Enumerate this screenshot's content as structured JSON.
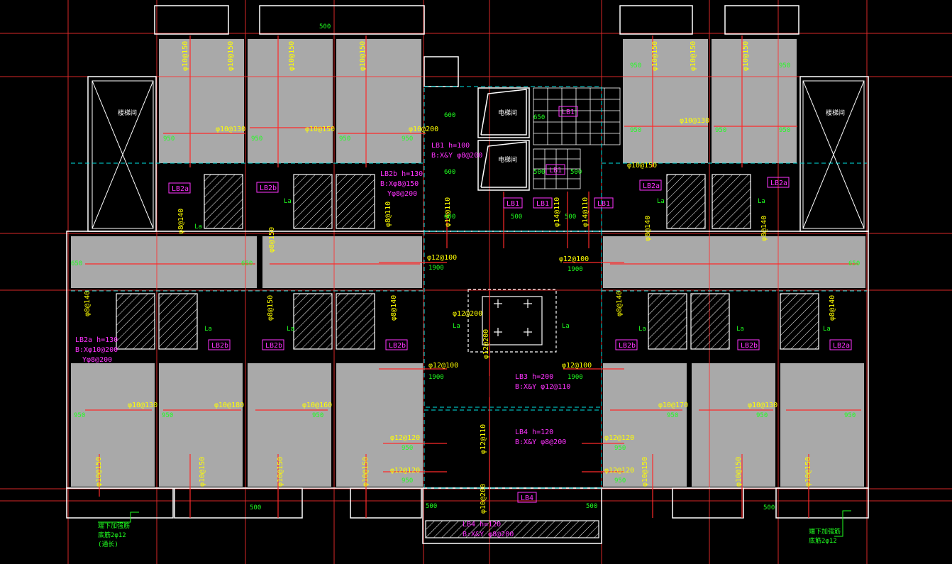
{
  "colors": {
    "background": "#000000",
    "slab": "#a9a9a9",
    "wall": "#ffffff",
    "axis": "#ff3030",
    "rebar": "#ff2a2a",
    "green_text": "#20ff20",
    "yellow_text": "#ffff00",
    "magenta_text": "#ff33ff",
    "cyan_line": "#00e5e5"
  },
  "rooms": {
    "stair_left": "楼梯间",
    "stair_right": "楼梯间",
    "elevator_top": "电梯间",
    "elevator_bottom": "电梯间"
  },
  "slab_tags": {
    "lb2a_left": "LB2a",
    "lb2b_upper_left": "LB2b",
    "lb2a_upper_right": "LB2a",
    "lb2a_far_right": "LB2a",
    "lb1_a": "LB1",
    "lb1_b": "LB1",
    "lb1_c": "LB1",
    "lb1_d": "LB1",
    "lb1_e": "LB1",
    "lb2b_lower_1": "LB2b",
    "lb2b_lower_2": "LB2b",
    "lb2b_lower_3": "LB2b",
    "lb2b_lower_4": "LB2b",
    "lb2b_lower_5": "LB2b",
    "lb2a_lower_right": "LB2a",
    "lb4": "LB4"
  },
  "notes": {
    "lb1_line1": "LB1 h=100",
    "lb1_line2": "B:X&Y φ8@200",
    "lb2b_line1": "LB2b h=130",
    "lb2b_line2": "B:Xφ8@150",
    "lb2b_line3": "Yφ8@200",
    "lb2a_line1": "LB2a h=130",
    "lb2a_line2": "B:Xφ10@200",
    "lb2a_line3": "Yφ8@200",
    "lb3_line1": "LB3 h=200",
    "lb3_line2": "B:X&Y φ12@110",
    "lb4_line1": "LB4 h=120",
    "lb4_line2": "B:X&Y φ8@200",
    "bottom_line1": "LB4 h=120",
    "bottom_line2": "B:X&Y φ8@200",
    "left_note1": "端下加强筋",
    "left_note2": "底筋2φ12",
    "left_note3": "(通长)",
    "right_note1": "端下加强筋",
    "right_note2": "底筋2φ12"
  },
  "rebar": {
    "a": "φ10@150",
    "b": "φ10@150",
    "c": "φ10@150",
    "d": "φ10@150",
    "e": "φ10@130",
    "f": "φ10@150",
    "g": "φ10@200",
    "h": "φ10@130",
    "i": "φ10@150",
    "j": "φ8@140",
    "k": "φ8@150",
    "l": "φ8@110",
    "m": "φ14@110",
    "n": "φ14@110",
    "o": "φ14@110",
    "p": "φ8@140",
    "q": "φ8@140",
    "r": "φ12@100",
    "s": "φ12@100",
    "t": "φ8@140",
    "u": "φ8@150",
    "v": "φ8@140",
    "w": "φ12@200",
    "x": "φ8@140",
    "y": "φ8@140",
    "z": "φ12@100",
    "aa": "φ12@100",
    "ab": "φ10@130",
    "ac": "φ10@180",
    "ad": "φ10@160",
    "ae": "φ12@120",
    "af": "φ12@120",
    "ag": "φ12@120",
    "ah": "φ12@120",
    "ai": "φ10@170",
    "aj": "φ10@130",
    "ak": "φ10@150",
    "al": "φ10@150",
    "am": "φ10@150",
    "an": "φ10@150",
    "ao": "φ10@150",
    "ap": "φ10@150",
    "aq": "φ10@150",
    "ar": "φ10@150",
    "as": "φ10@150",
    "at": "φ10@150",
    "au": "φ10@200",
    "av": "φ12@110",
    "aw": "φ12@200"
  },
  "dims": {
    "d500": "500",
    "d600": "600",
    "d650": "650",
    "d950": "950",
    "d1100": "1100",
    "d1900": "1900",
    "d850": "850",
    "La": "La"
  }
}
